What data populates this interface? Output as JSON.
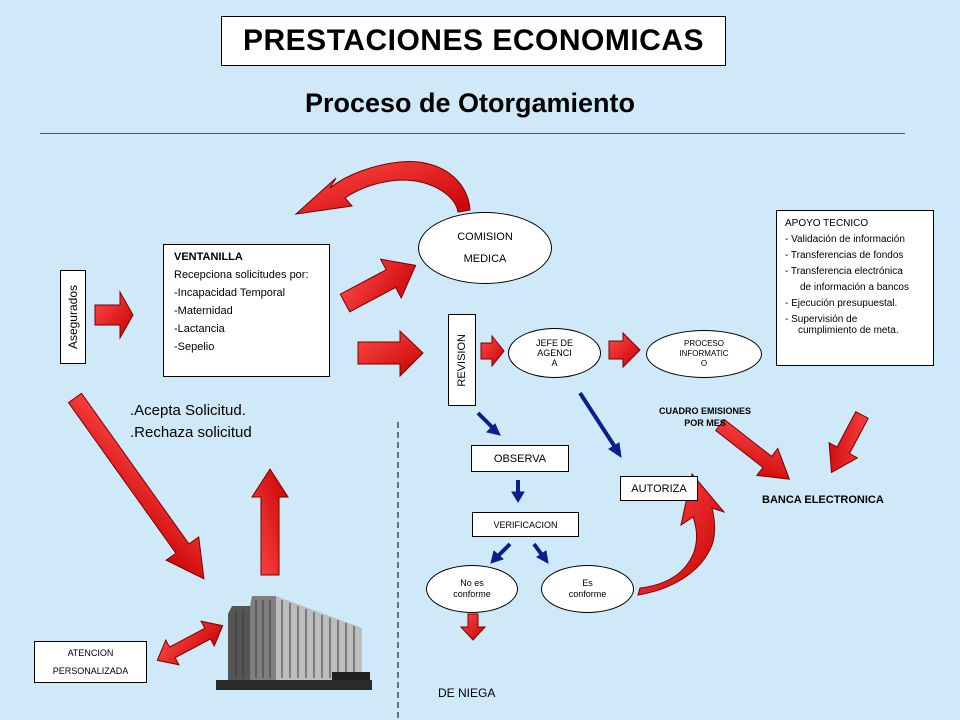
{
  "title": "PRESTACIONES ECONOMICAS",
  "subtitle": "Proceso de Otorgamiento",
  "asegurados": "Asegurados",
  "ventanilla": {
    "heading": "VENTANILLA",
    "intro": "Recepciona solicitudes por:",
    "items": [
      "-Incapacidad Temporal",
      "-Maternidad",
      "-Lactancia",
      "-Sepelio"
    ]
  },
  "acepta": ".Acepta Solicitud.",
  "rechaza": ".Rechaza solicitud",
  "comision": [
    "COMISION",
    "MEDICA"
  ],
  "revision": "REVISION",
  "jefe": [
    "JEFE DE",
    "AGENCI",
    "A"
  ],
  "proceso": [
    "PROCESO",
    "INFORMATIC",
    "O"
  ],
  "apoyo": {
    "heading": "APOYO TECNICO",
    "items": [
      "- Validación de información",
      "- Transferencias de fondos",
      "- Transferencia electrónica",
      "de información a bancos",
      "- Ejecución presupuestal.",
      "- Supervisión de",
      "cumplimiento de meta."
    ]
  },
  "cuadro": [
    "CUADRO EMISIONES",
    "POR MES"
  ],
  "banca": "BANCA ELECTRONICA",
  "observa": "OBSERVA",
  "autoriza": "AUTORIZA",
  "verificacion": "VERIFICACION",
  "no_conforme": [
    "No es",
    "conforme"
  ],
  "es_conforme": [
    "Es",
    "conforme"
  ],
  "deniega": "DE NIEGA",
  "atencion": [
    "ATENCION",
    "PERSONALIZADA"
  ],
  "icons": {
    "building": "office-building-icon"
  },
  "colors": {
    "background": "#cfe9f8",
    "red_arrow": "#ee1111",
    "blue_arrow": "#0b1e8c"
  }
}
